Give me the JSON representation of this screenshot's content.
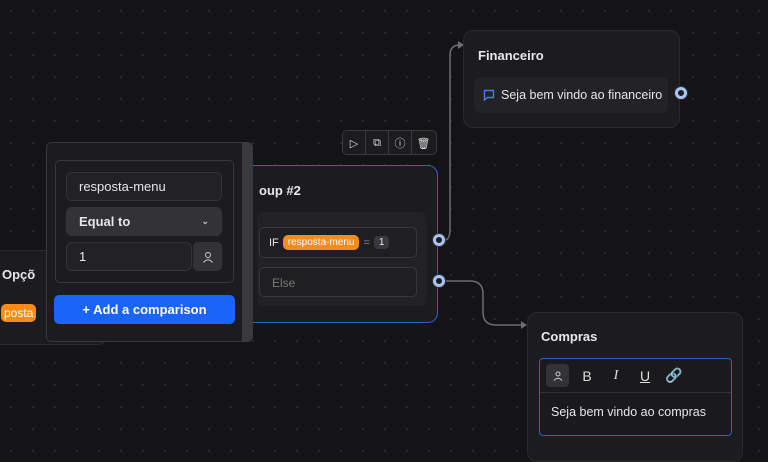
{
  "left_node": {
    "title": "Opçõ",
    "badge": "posta"
  },
  "group_node": {
    "title": "oup #2",
    "if_label": "IF",
    "variable": "resposta-menu",
    "operator": "=",
    "value": "1",
    "else_label": "Else"
  },
  "toolbar": {
    "icons": [
      "play-icon",
      "duplicate-icon",
      "info-icon",
      "trash-icon"
    ]
  },
  "popover": {
    "variable_value": "resposta-menu",
    "operator_value": "Equal to",
    "compare_value": "1",
    "add_button": "+ Add a comparison"
  },
  "financeiro": {
    "title": "Financeiro",
    "message": "Seja bem vindo ao financeiro"
  },
  "compras": {
    "title": "Compras",
    "message": "Seja bem vindo ao compras",
    "format_tools": [
      "variable-icon",
      "bold-icon",
      "italic-icon",
      "underline-icon",
      "link-icon"
    ]
  },
  "colors": {
    "accent": "#1a64fa",
    "badge": "#f48b1a",
    "selected_border": "#2f5fcc"
  }
}
